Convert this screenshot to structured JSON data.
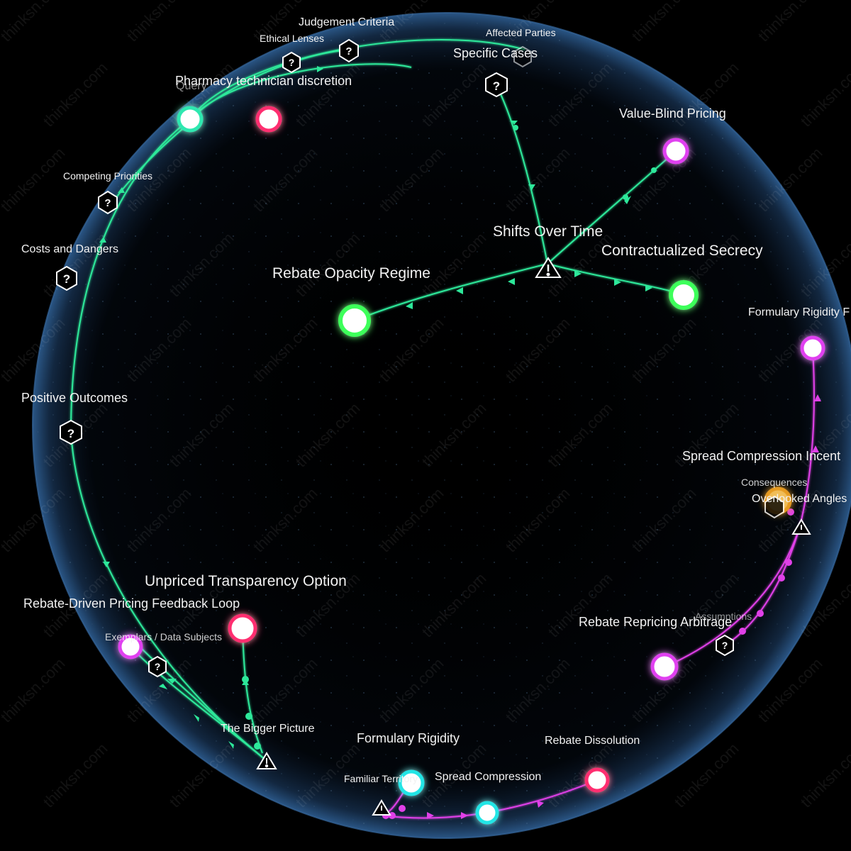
{
  "watermark": "thinksn.com",
  "colors": {
    "background": "#000000",
    "green_edge": "#2de89a",
    "magenta_edge": "#e040e8",
    "node_green": "#3cff5a",
    "node_pink": "#ff2d6f",
    "node_magenta": "#e040f0",
    "node_cyan": "#22e5e5",
    "node_teal": "#2de8b0",
    "node_orange": "#f0a020",
    "sphere_rim": "#3a6ea8"
  },
  "labels": {
    "judgement_criteria": "Judgement Criteria",
    "affected_parties": "Affected Parties",
    "ethical_lenses": "Ethical Lenses",
    "specific_cases": "Specific Cases",
    "query": "Query",
    "pharmacy_technician": "Pharmacy technician discretion",
    "value_blind_pricing": "Value-Blind Pricing",
    "competing_priorities": "Competing Priorities",
    "shifts_over_time": "Shifts Over Time",
    "costs_and_dangers": "Costs and Dangers",
    "contractualized_secrecy": "Contractualized Secrecy",
    "rebate_opacity_regime": "Rebate Opacity Regime",
    "formulary_rigidity_right": "Formulary Rigidity F",
    "positive_outcomes": "Positive Outcomes",
    "spread_compression_incent": "Spread Compression Incent",
    "consequences": "Consequences",
    "overlooked_angles": "Overlooked Angles",
    "unpriced_transparency": "Unpriced Transparency Option",
    "rebate_driven_loop": "Rebate-Driven Pricing Feedback Loop",
    "rebate_repricing_arbitrage": "Rebate Repricing Arbitrage",
    "assumptions": "Assumptions",
    "exemplars_data_subjects": "Exemplars / Data Subjects",
    "the_bigger_picture": "The Bigger Picture",
    "formulary_rigidity_bottom": "Formulary Rigidity",
    "rebate_dissolution": "Rebate Dissolution",
    "familiar_territory": "Familiar Territory",
    "spread_compression": "Spread Compression"
  }
}
